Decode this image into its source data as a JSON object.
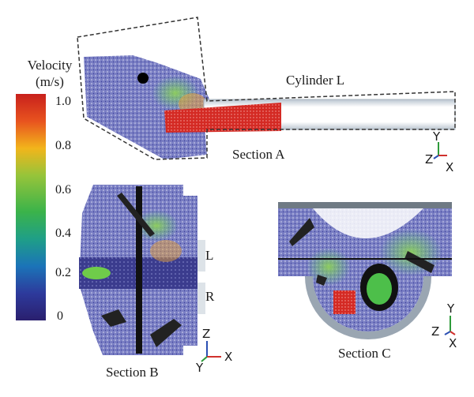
{
  "colorbar": {
    "title_line1": "Velocity",
    "title_line2": "(m/s)",
    "ticks": [
      "1.0",
      "0.8",
      "0.6",
      "0.4",
      "0.2",
      "0"
    ],
    "colors": [
      "#c8201c",
      "#f2b51b",
      "#3bb34a",
      "#1b74b8",
      "#2a1f6e"
    ]
  },
  "labels": {
    "cylinder": "Cylinder L",
    "section_a": "Section A",
    "section_b": "Section B",
    "section_c": "Section C",
    "left_port": "L",
    "right_port": "R"
  },
  "axes": {
    "a": {
      "y": "Y",
      "z": "Z",
      "x": "X"
    },
    "b": {
      "z": "Z",
      "y": "Y",
      "x": "X"
    },
    "c": {
      "y": "Y",
      "z": "Z",
      "x": "X"
    }
  }
}
